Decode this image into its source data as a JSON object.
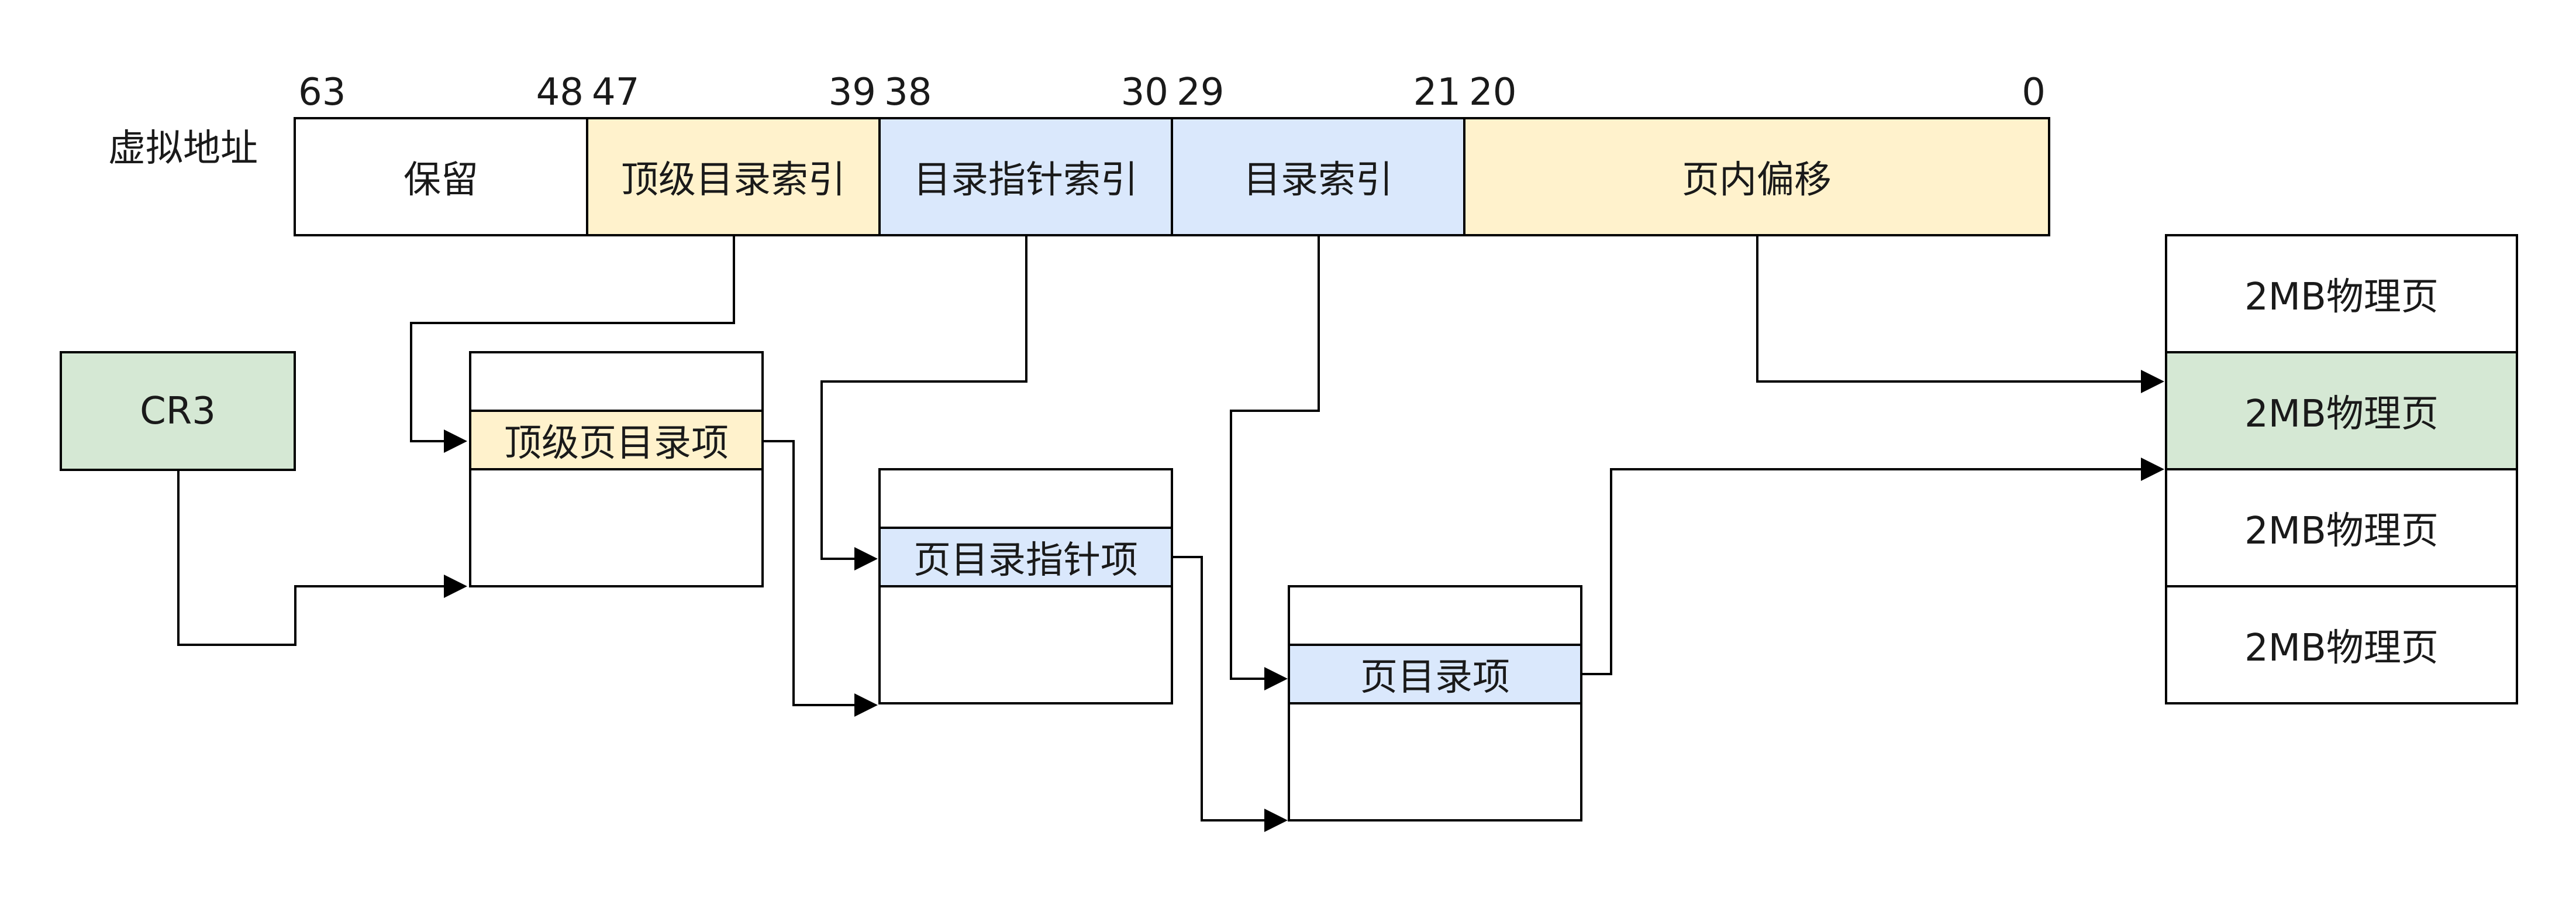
{
  "colors": {
    "line": "#000000",
    "yellow_fill": "#fff2cc",
    "blue_fill": "#dae8fc",
    "green_fill": "#d5e8d4",
    "white_fill": "#ffffff"
  },
  "virtual_address": {
    "label": "虚拟地址",
    "bit_labels": [
      "63",
      "48",
      "47",
      "39",
      "38",
      "30",
      "29",
      "21",
      "20",
      "0"
    ],
    "fields": [
      {
        "label": "保留"
      },
      {
        "label": "顶级目录索引"
      },
      {
        "label": "目录指针索引"
      },
      {
        "label": "目录索引"
      },
      {
        "label": "页内偏移"
      }
    ]
  },
  "cr3": {
    "label": "CR3"
  },
  "tables": {
    "top_level": {
      "entry_label": "顶级页目录项"
    },
    "dir_pointer": {
      "entry_label": "页目录指针项"
    },
    "dir": {
      "entry_label": "页目录项"
    }
  },
  "physical_pages": [
    {
      "label": "2MB物理页"
    },
    {
      "label": "2MB物理页"
    },
    {
      "label": "2MB物理页"
    },
    {
      "label": "2MB物理页"
    }
  ]
}
